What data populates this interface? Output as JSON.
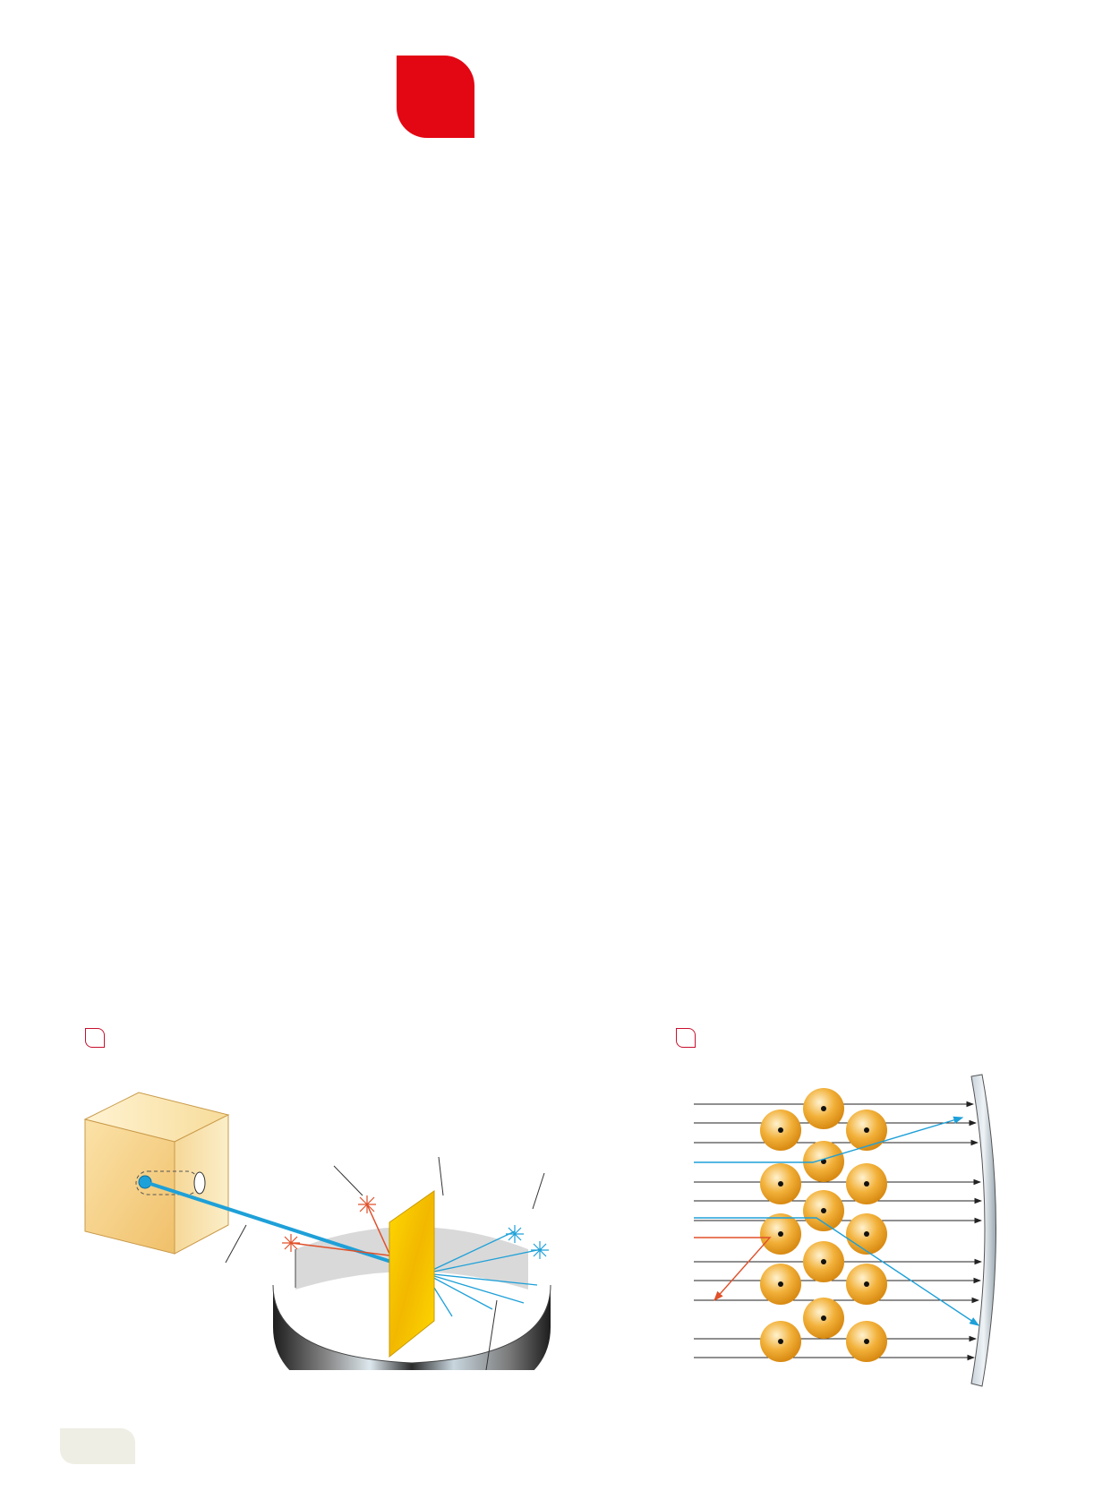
{
  "colors": {
    "accent_red": "#e30613",
    "marker_outline": "#c8102e",
    "alpha_beam": "#1ea0d8",
    "deflected_red": "#e0502a",
    "gold_foil": "#f5c800",
    "atom_gold": "#f2b13a",
    "page_pill": "#efeee4"
  },
  "figures": [
    {
      "id": "a",
      "shows": "rutherford-gold-foil-apparatus"
    },
    {
      "id": "b",
      "shows": "alpha-particles-scattering-through-gold-atoms"
    }
  ]
}
